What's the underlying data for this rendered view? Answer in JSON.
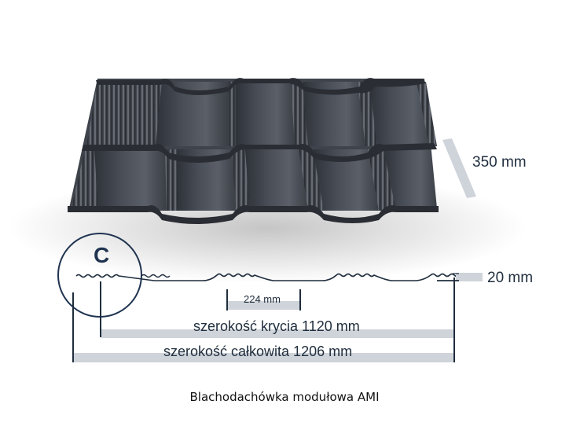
{
  "product": {
    "caption": "Blachodachówka modułowa AMI",
    "sheet_color": "#3c4048"
  },
  "dimensions": {
    "module_length": "350 mm",
    "profile_height": "20 mm",
    "wave_width": "224 mm",
    "effective_width": "szerokość krycia 1120 mm",
    "total_width": "szerokość całkowita 1206 mm"
  },
  "detail_marker": {
    "letter": "C"
  },
  "colors": {
    "dimension_bar": "#cfd4da",
    "line": "#1f2d3d",
    "text": "#1f2d3d"
  }
}
